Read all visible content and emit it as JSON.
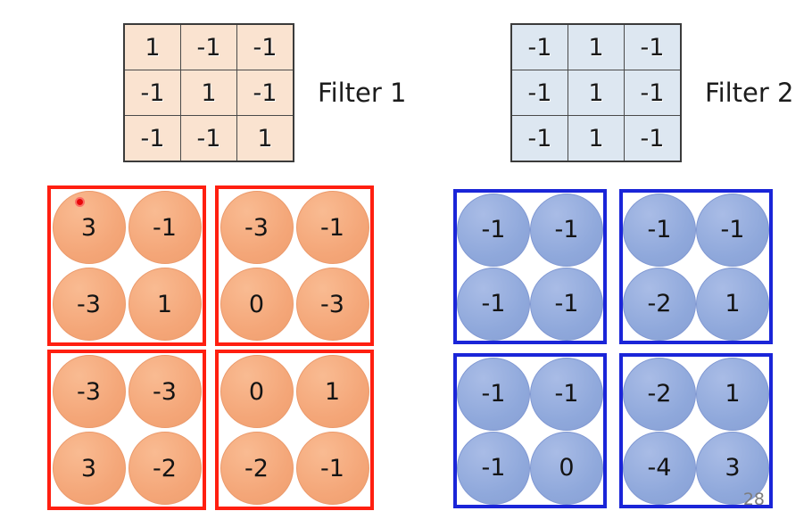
{
  "slide": {
    "page_number": "28"
  },
  "filters": [
    {
      "label": "Filter 1",
      "color_scheme": "peach",
      "cell_color": "#fae3d0",
      "rows": [
        [
          "1",
          "-1",
          "-1"
        ],
        [
          "-1",
          "1",
          "-1"
        ],
        [
          "-1",
          "-1",
          "1"
        ]
      ]
    },
    {
      "label": "Filter 2",
      "color_scheme": "blue",
      "cell_color": "#dde7f1",
      "rows": [
        [
          "-1",
          "1",
          "-1"
        ],
        [
          "-1",
          "1",
          "-1"
        ],
        [
          "-1",
          "1",
          "-1"
        ]
      ]
    }
  ],
  "feature_maps": {
    "red_group": {
      "border_color": "#ff1f10",
      "node_color": "#f4a678",
      "boxes": [
        {
          "position": "top-left",
          "values": [
            "3",
            "-1",
            "-3",
            "1"
          ]
        },
        {
          "position": "top-right",
          "values": [
            "-3",
            "-1",
            "0",
            "-3"
          ]
        },
        {
          "position": "bottom-left",
          "values": [
            "-3",
            "-3",
            "3",
            "-2"
          ]
        },
        {
          "position": "bottom-right",
          "values": [
            "0",
            "1",
            "-2",
            "-1"
          ]
        }
      ]
    },
    "blue_group": {
      "border_color": "#1a25d8",
      "node_color": "#8fa8db",
      "boxes": [
        {
          "position": "top-left",
          "values": [
            "-1",
            "-1",
            "-1",
            "-1"
          ]
        },
        {
          "position": "top-right",
          "values": [
            "-1",
            "-1",
            "-2",
            "1"
          ]
        },
        {
          "position": "bottom-left",
          "values": [
            "-1",
            "-1",
            "-1",
            "0"
          ]
        },
        {
          "position": "bottom-right",
          "values": [
            "-2",
            "1",
            "-4",
            "3"
          ]
        }
      ]
    }
  },
  "annotation": {
    "marker_name": "red-dot-marker",
    "marker_color": "#e8070a"
  }
}
